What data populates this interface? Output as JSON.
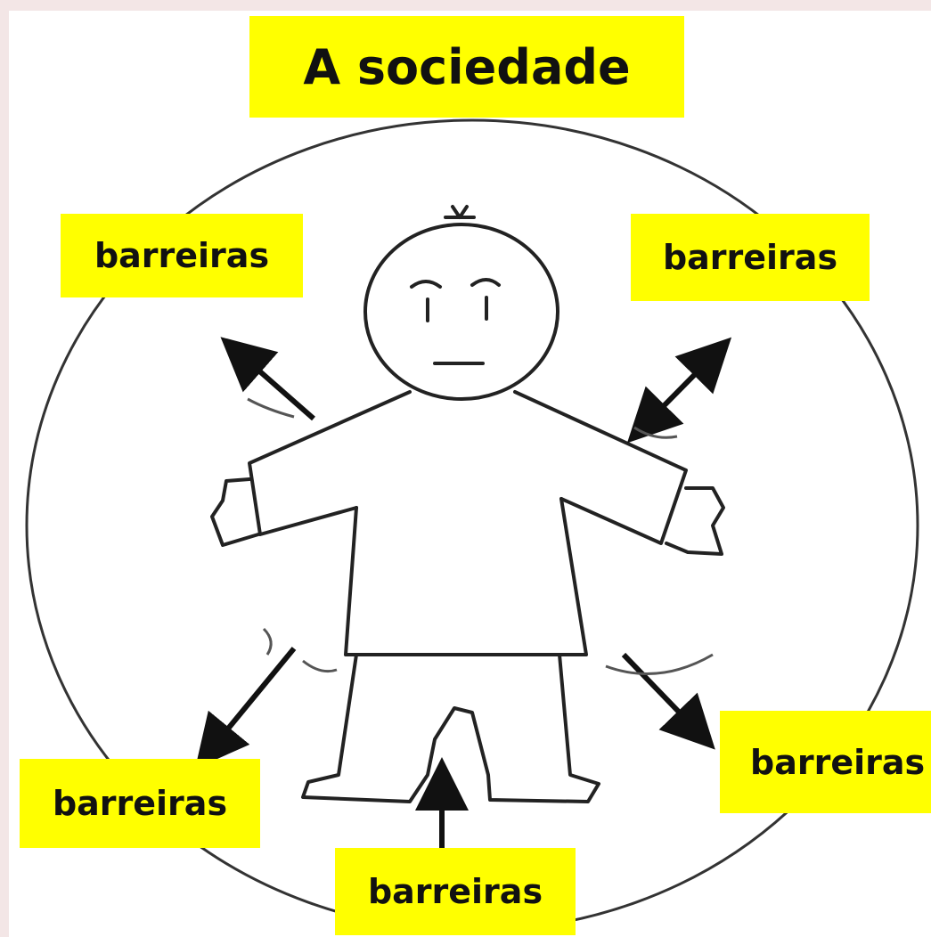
{
  "title": "A sociedade",
  "barrier_labels": {
    "top_left": "barreiras",
    "top_right": "barreiras",
    "right": "barreiras",
    "bottom_left": "barreiras",
    "bottom": "barreiras"
  },
  "colors": {
    "label_background": "#ffff00",
    "line": "#222222",
    "page_background": "#f3e6e6"
  }
}
